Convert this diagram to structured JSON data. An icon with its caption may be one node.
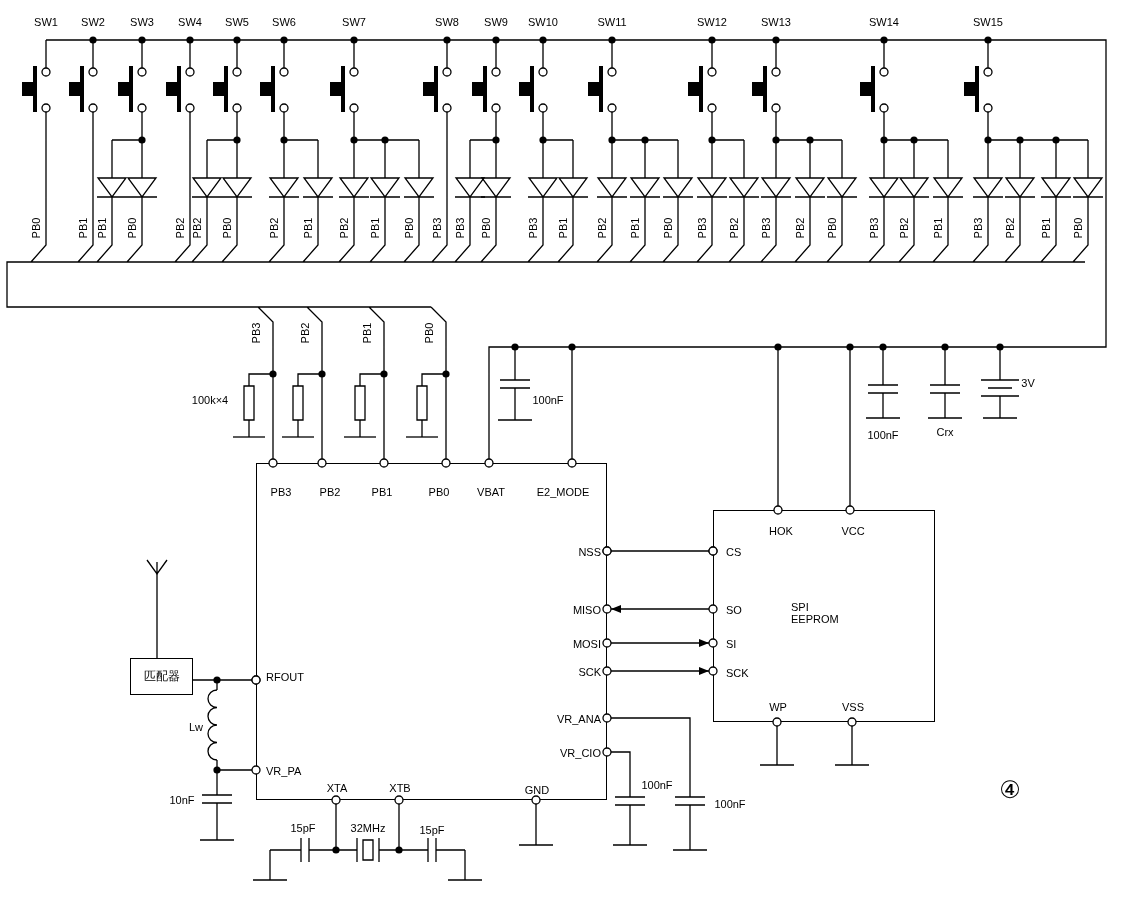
{
  "diagram": {
    "nodes": [
      {
        "text": [
          "PB3",
          "PB2",
          "PB1",
          "PB0",
          "VBAT",
          "E2_MODE",
          "NSS",
          "MISO",
          "MOSI",
          "SCK",
          "RFOUT",
          "VR_ANA",
          "VR_CIO",
          "VR_PA",
          "XTA",
          "XTB",
          "GND"
        ]
      },
      {
        "text": [
          "HOK",
          "VCC",
          "CS",
          "SO",
          "SPI EEPROM",
          "SI",
          "SCK",
          "WP",
          "VSS"
        ]
      },
      {
        "text": [
          "匹配器"
        ]
      }
    ],
    "edges": [
      {
        "from": 0,
        "to": 1,
        "arrow": "other"
      },
      {
        "from": 1,
        "to": 0,
        "arrow": "to"
      },
      {
        "from": 0,
        "to": 1,
        "arrow": "to"
      },
      {
        "from": 0,
        "to": 1,
        "arrow": "to"
      },
      {
        "from": 2,
        "to": 0,
        "arrow": "other"
      }
    ],
    "labels": [
      "SW1",
      "SW2",
      "SW3",
      "SW4",
      "SW5",
      "SW6",
      "SW7",
      "SW8",
      "SW9",
      "SW10",
      "SW11",
      "SW12",
      "SW13",
      "SW14",
      "SW15",
      "PB0",
      "PB1",
      "PB1",
      "PB0",
      "PB2",
      "PB2",
      "PB0",
      "PB2",
      "PB1",
      "PB2",
      "PB1",
      "PB0",
      "PB3",
      "PB3",
      "PB0",
      "PB3",
      "PB1",
      "PB2",
      "PB1",
      "PB0",
      "PB3",
      "PB2",
      "PB3",
      "PB2",
      "PB0",
      "PB3",
      "PB2",
      "PB1",
      "PB3",
      "PB2",
      "PB1",
      "PB0",
      "PB3",
      "PB2",
      "PB1",
      "PB0",
      "100k×4",
      "100nF",
      "100nF",
      "Crx",
      "3V",
      "Lw",
      "10nF",
      "15pF",
      "32MHz",
      "15pF",
      "100nF",
      "100nF",
      "④"
    ]
  }
}
